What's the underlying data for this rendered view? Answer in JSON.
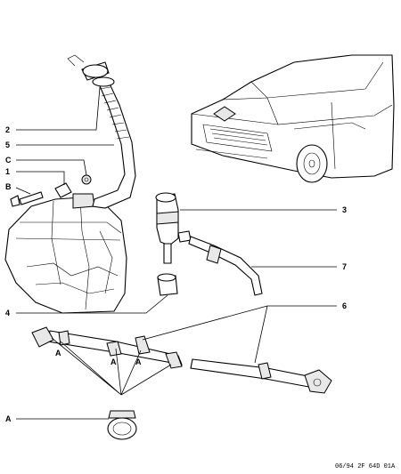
{
  "callouts": {
    "c2": "2",
    "c5": "5",
    "cC": "C",
    "c1": "1",
    "cB": "B",
    "c3": "3",
    "c7": "7",
    "c6": "6",
    "c4": "4",
    "cA1": "A",
    "cA2": "A",
    "cA3": "A",
    "cA4": "A"
  },
  "reference": "06/94  2F  64D 01A"
}
